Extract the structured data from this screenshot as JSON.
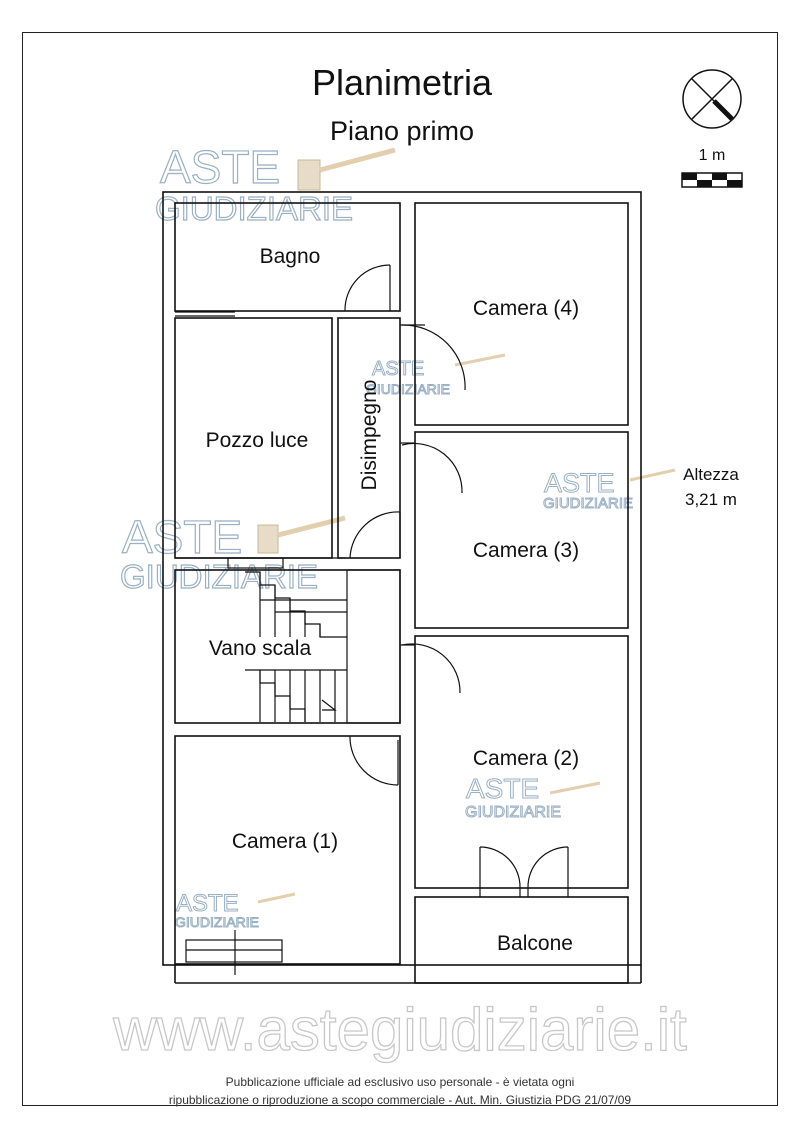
{
  "header": {
    "title": "Planimetria",
    "subtitle": "Piano primo"
  },
  "scale": {
    "label": "1 m"
  },
  "rooms": {
    "bagno": "Bagno",
    "camera4": "Camera (4)",
    "pozzo": "Pozzo luce",
    "disimpegno": "Disimpegno",
    "camera3": "Camera (3)",
    "vano": "Vano scala",
    "camera2": "Camera (2)",
    "camera1": "Camera (1)",
    "balcone": "Balcone"
  },
  "altezza": {
    "label": "Altezza",
    "value": "3,21 m"
  },
  "watermark": {
    "line1": "ASTE",
    "line2": "GIUDIZIARIE",
    "site": "www.astegiudiziarie.it"
  },
  "footer": {
    "line1": "Pubblicazione ufficiale ad esclusivo uso personale - è vietata ogni",
    "line2": "ripubblicazione o riproduzione a scopo commerciale - Aut. Min. Giustizia PDG 21/07/09"
  }
}
